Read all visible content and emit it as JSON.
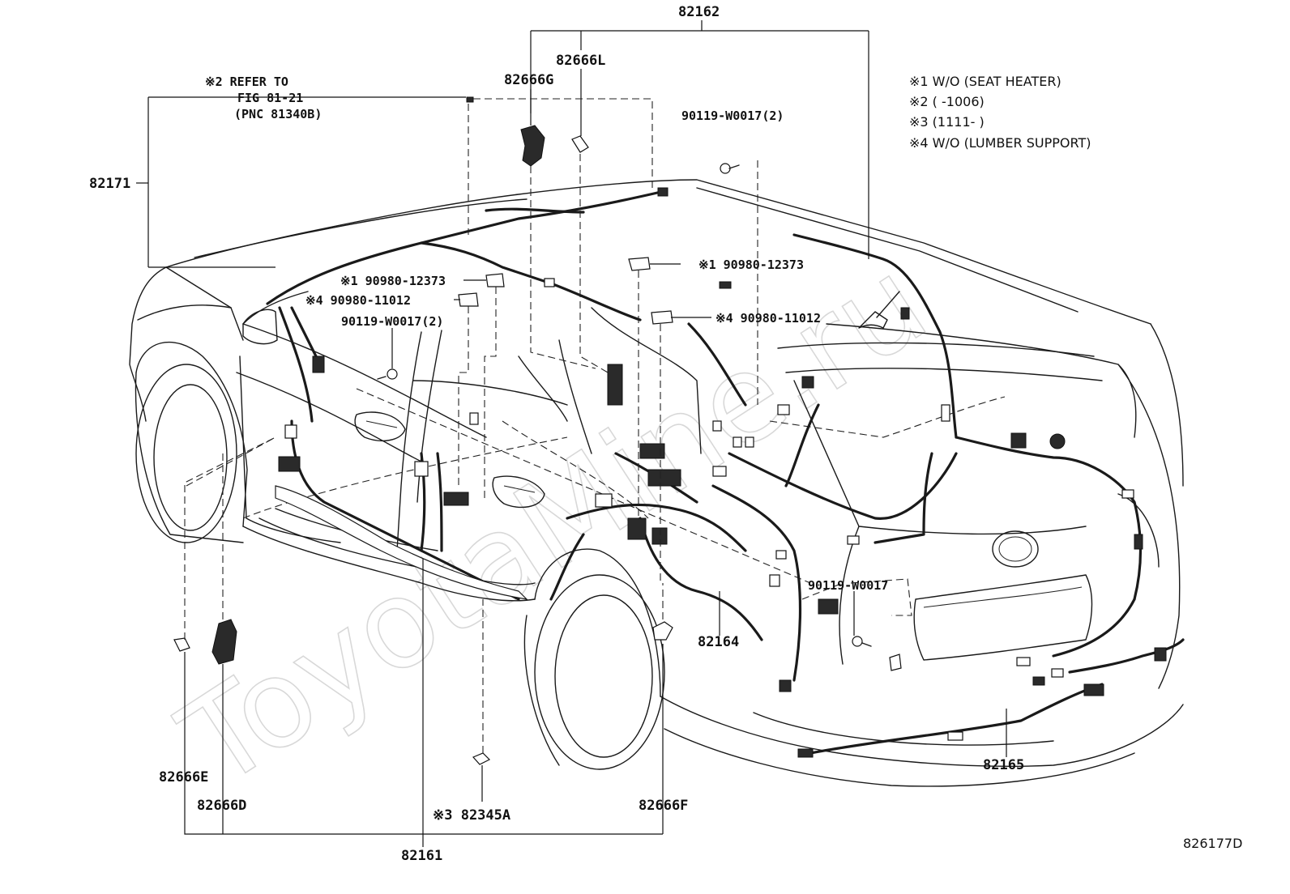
{
  "diagram": {
    "watermark": "ToyotaMine.ru",
    "figure_code": "826177D",
    "notes": [
      "※1 W/O (SEAT HEATER)",
      "※2 (      -1006)",
      "※3 (1111-      )",
      "※4 W/O (LUMBER SUPPORT)"
    ],
    "refer": {
      "line1": "※2 REFER TO",
      "line2": "FIG 81-21",
      "line3": "(PNC 81340B)"
    },
    "labels": {
      "p82162": "82162",
      "p82666L": "82666L",
      "p82666G": "82666G",
      "p82171": "82171",
      "bolt_top": "90119-W0017(2)",
      "c1_right": "※1 90980-12373",
      "c1_left": "※1 90980-12373",
      "c4_left": "※4 90980-11012",
      "c4_right": "※4 90980-11012",
      "bolt_left": "90119-W0017(2)",
      "bolt_rear": "90119-W0017",
      "p82164": "82164",
      "p82165": "82165",
      "p82666E": "82666E",
      "p82666D": "82666D",
      "p82345A": "※3 82345A",
      "p82666F": "82666F",
      "p82161": "82161"
    }
  }
}
